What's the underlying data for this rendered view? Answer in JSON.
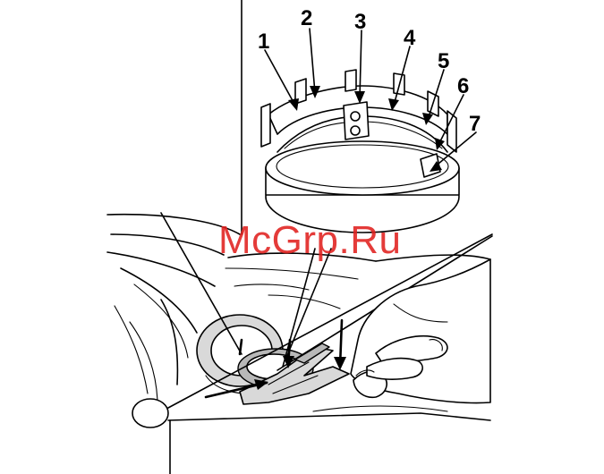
{
  "diagram": {
    "callouts": [
      "1",
      "2",
      "3",
      "4",
      "5",
      "6",
      "7"
    ]
  },
  "watermark": {
    "text": "McGrp.Ru",
    "color": "#e0201e"
  }
}
